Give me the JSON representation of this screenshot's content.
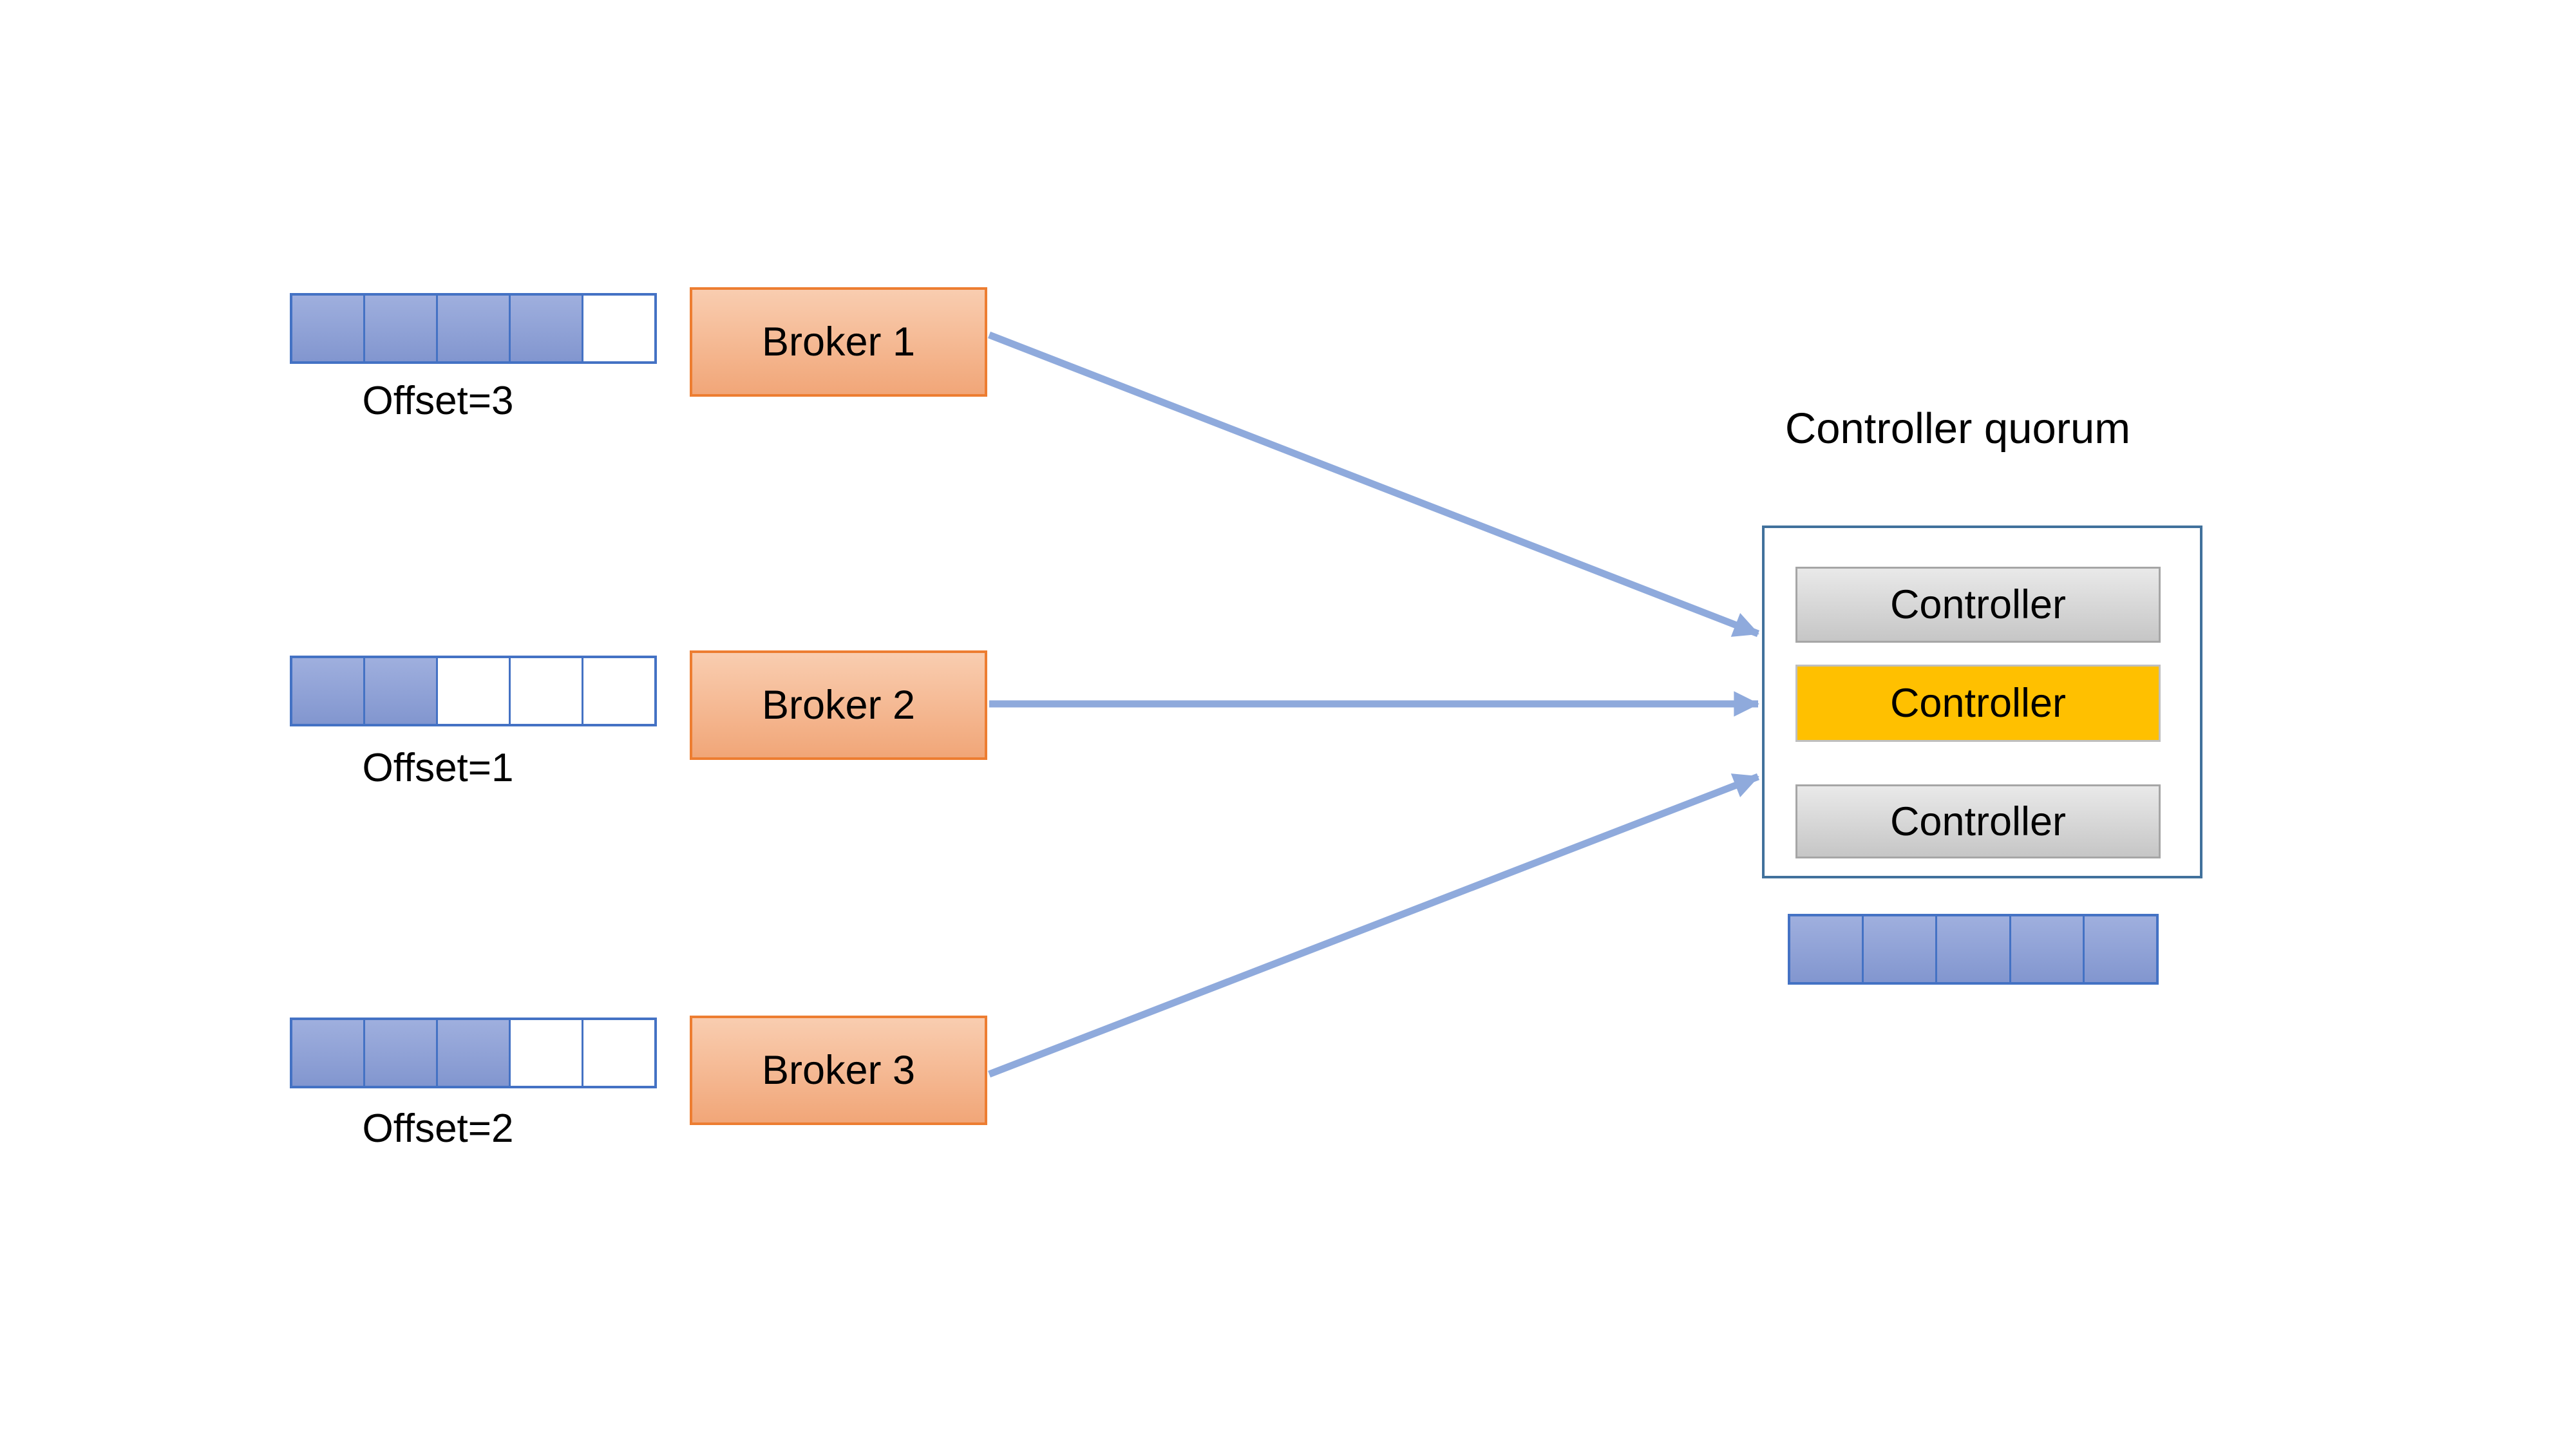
{
  "quorum": {
    "title": "Controller quorum",
    "controllers": [
      {
        "label": "Controller",
        "role": "standby"
      },
      {
        "label": "Controller",
        "role": "active"
      },
      {
        "label": "Controller",
        "role": "standby"
      }
    ],
    "metadata_log": {
      "total_cells": 5,
      "filled_cells": 5
    }
  },
  "brokers": [
    {
      "label": "Broker 1",
      "offset_label": "Offset=3",
      "log": {
        "total_cells": 5,
        "filled_cells": 4
      }
    },
    {
      "label": "Broker 2",
      "offset_label": "Offset=1",
      "log": {
        "total_cells": 5,
        "filled_cells": 2
      }
    },
    {
      "label": "Broker 3",
      "offset_label": "Offset=2",
      "log": {
        "total_cells": 5,
        "filled_cells": 3
      }
    }
  ],
  "colors": {
    "log_cell_fill_top": "#9FAFDE",
    "log_cell_fill_bottom": "#8296CF",
    "log_cell_border": "#4472C4",
    "broker_fill_top": "#F9CDB0",
    "broker_fill_bottom": "#F1A678",
    "broker_border": "#ED7D31",
    "controller_gray_top": "#E9E9E9",
    "controller_gray_bottom": "#C6C6C6",
    "controller_gray_border": "#A6A6A6",
    "controller_active_fill": "#FFC000",
    "controller_active_border": "#BFBFBF",
    "quorum_border": "#41719C",
    "arrow": "#8FAADC",
    "text": "#000000",
    "background": "#FFFFFF"
  }
}
